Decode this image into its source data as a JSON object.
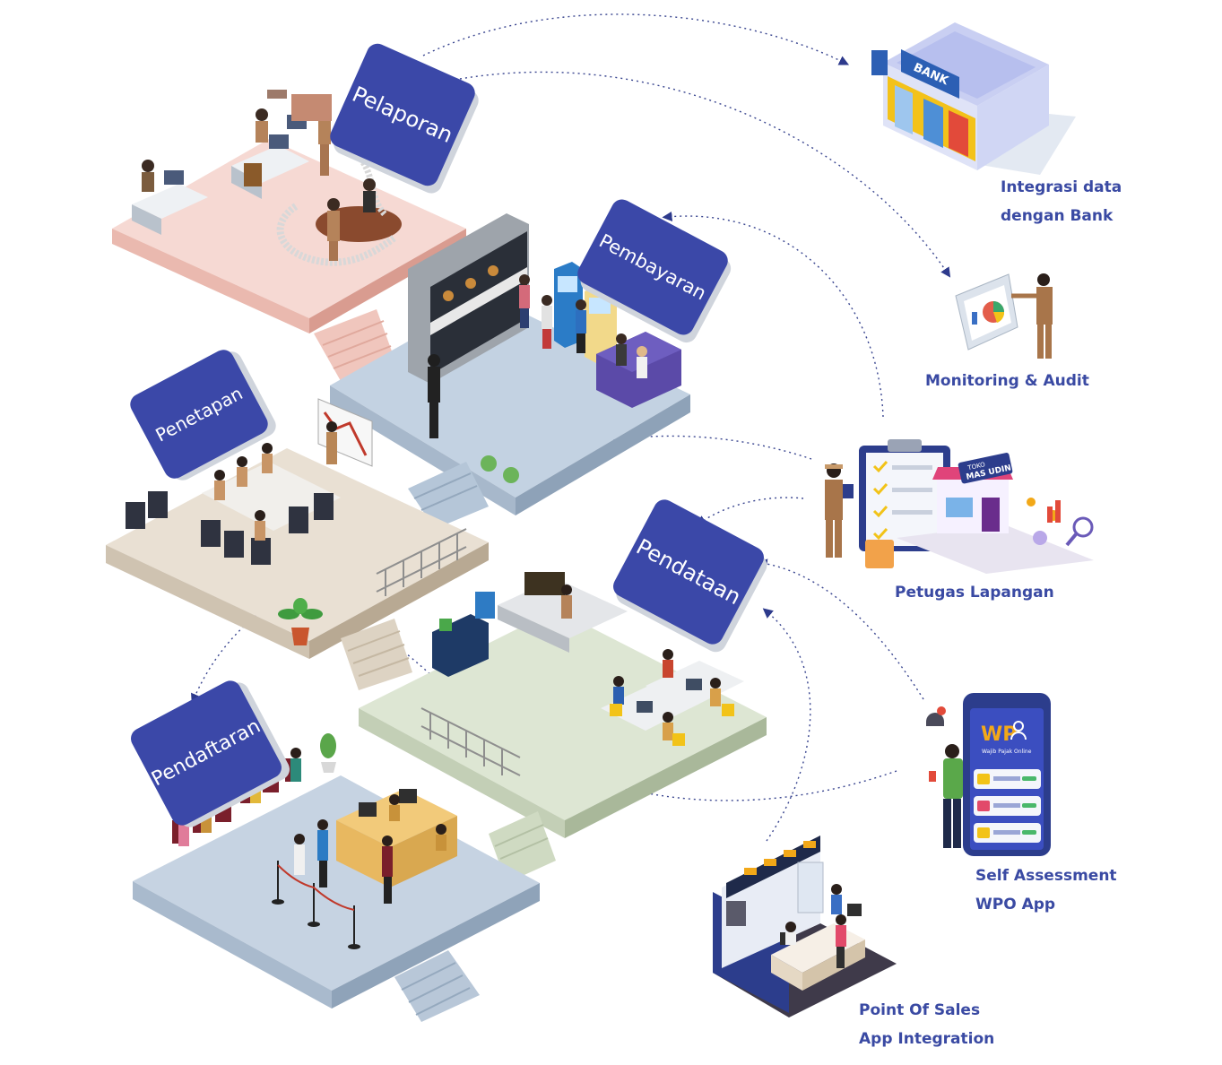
{
  "stages": {
    "pelaporan": "Pelaporan",
    "pembayaran": "Pembayaran",
    "penetapan": "Penetapan",
    "pendataan": "Pendataan",
    "pendaftaran": "Pendaftaran"
  },
  "integrations": {
    "bank": [
      "Integrasi data",
      "dengan Bank"
    ],
    "monitoring": "Monitoring & Audit",
    "petugas": "Petugas Lapangan",
    "self_assessment": [
      "Self Assessment",
      "WPO App"
    ],
    "pos": [
      "Point Of Sales",
      "App Integration"
    ]
  },
  "artwork_text": {
    "bank_sign": "BANK",
    "shop_sign": [
      "TOKO",
      "MAS UDIN"
    ],
    "app_logo": "WP",
    "app_tagline": "Wajib Pajak Online"
  },
  "colors": {
    "sign_blue": "#3b48a8",
    "caption_blue": "#3a4aa3",
    "floor_pink": "#f6d9d3",
    "floor_blue": "#c3d2e2",
    "floor_beige": "#e9e0d3",
    "floor_green": "#dde6d3"
  }
}
